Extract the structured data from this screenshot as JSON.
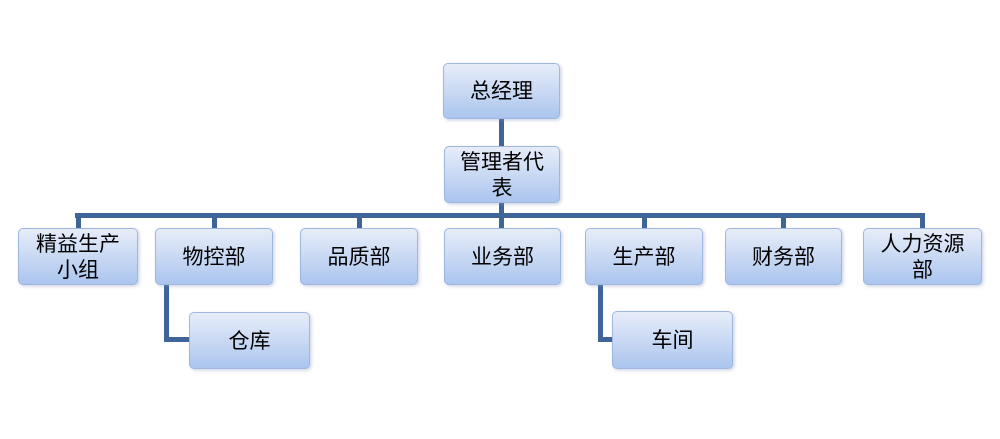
{
  "colors": {
    "connector": "#3f6498",
    "node_fill_top": "#e7edf9",
    "node_fill_bottom": "#abc5ee",
    "node_border": "#9fb6df",
    "text": "#000000",
    "background": "#ffffff"
  },
  "org_chart": {
    "type": "org-tree",
    "nodes": {
      "ceo": {
        "label": "总经理"
      },
      "mgmt_rep": {
        "label": "管理者代表"
      },
      "lean_team": {
        "label": "精益生产小组"
      },
      "material_control": {
        "label": "物控部"
      },
      "quality": {
        "label": "品质部"
      },
      "business": {
        "label": "业务部"
      },
      "production": {
        "label": "生产部"
      },
      "finance": {
        "label": "财务部"
      },
      "hr": {
        "label": "人力资源部"
      },
      "warehouse": {
        "label": "仓库"
      },
      "workshop": {
        "label": "车间"
      }
    },
    "edges": [
      [
        "ceo",
        "mgmt_rep"
      ],
      [
        "mgmt_rep",
        "lean_team"
      ],
      [
        "mgmt_rep",
        "material_control"
      ],
      [
        "mgmt_rep",
        "quality"
      ],
      [
        "mgmt_rep",
        "business"
      ],
      [
        "mgmt_rep",
        "production"
      ],
      [
        "mgmt_rep",
        "finance"
      ],
      [
        "mgmt_rep",
        "hr"
      ],
      [
        "material_control",
        "warehouse"
      ],
      [
        "production",
        "workshop"
      ]
    ]
  }
}
